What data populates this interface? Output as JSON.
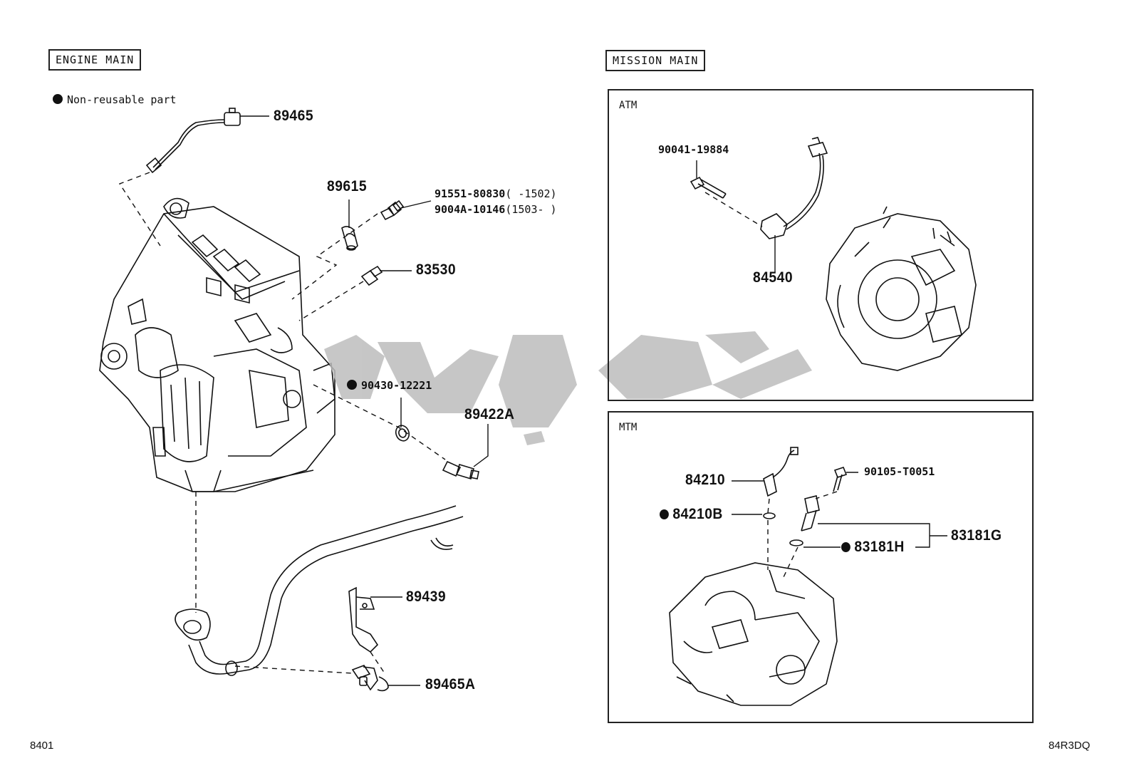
{
  "sections": {
    "engine_label": "ENGINE MAIN",
    "mission_label": "MISSION MAIN",
    "atm_label": "ATM",
    "mtm_label": "MTM"
  },
  "legend": {
    "text": "Non-reusable part"
  },
  "parts": {
    "p89465": "89465",
    "p89615": "89615",
    "p91551": "91551-80830",
    "p91551_range": "(      -1502)",
    "p9004a": "9004A-10146",
    "p9004a_range": "(1503-      )",
    "p83530": "83530",
    "p90430": "90430-12221",
    "p89422a": "89422A",
    "p89439": "89439",
    "p89465a": "89465A",
    "p90041": "90041-19884",
    "p84540": "84540",
    "p84210": "84210",
    "p84210b": "84210B",
    "p90105": "90105-T0051",
    "p83181g": "83181G",
    "p83181h": "83181H"
  },
  "footer": {
    "left_code": "8401",
    "right_code": "84R3DQ"
  },
  "colors": {
    "line": "#111111",
    "watermark": "#bdbdbd"
  }
}
